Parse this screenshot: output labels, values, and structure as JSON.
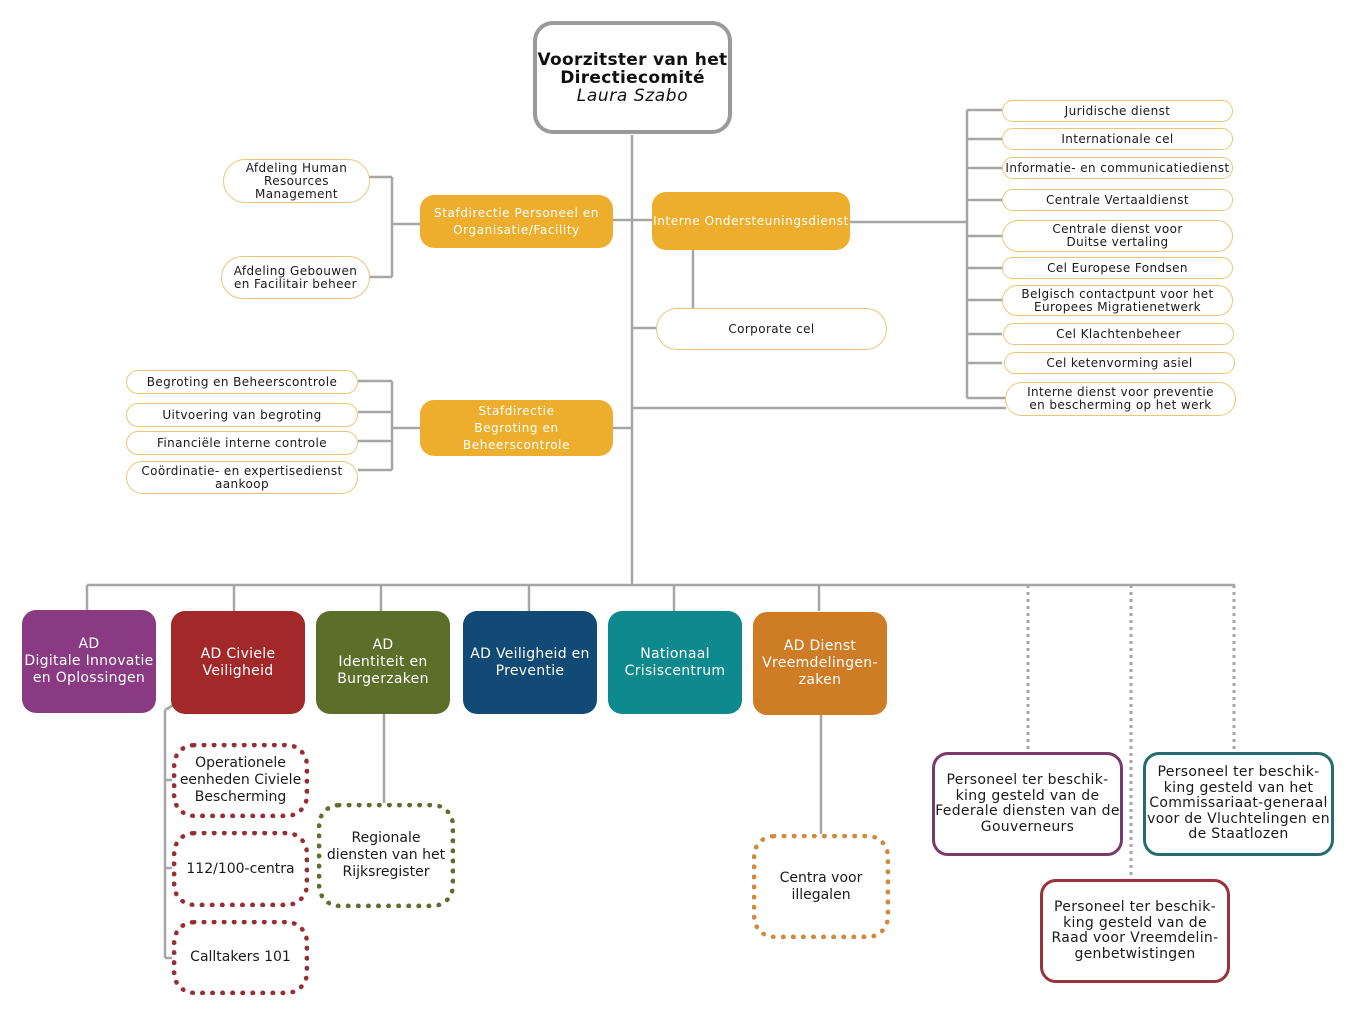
{
  "chairperson": {
    "title": "Voorzitster van het\nDirectiecomité",
    "name": "Laura Szabo"
  },
  "staff_services": {
    "personnel": {
      "label": "Stafdirectie Personeel en\nOrganisatie/Facility",
      "units": [
        "Afdeling Human\nResources\nManagement",
        "Afdeling Gebouwen\nen Facilitair beheer"
      ]
    },
    "internal_support": {
      "label": "Interne Ondersteuningsdienst",
      "units": [
        "Juridische dienst",
        "Internationale cel",
        "Informatie- en communicatiedienst",
        "Centrale Vertaaldienst",
        "Centrale dienst voor\nDuitse vertaling",
        "Cel Europese Fondsen",
        "Belgisch contactpunt voor het\nEuropees Migratienetwerk",
        "Cel Klachtenbeheer",
        "Cel ketenvorming asiel",
        "Interne dienst voor preventie\nen bescherming op het werk"
      ]
    },
    "corporate_cell": "Corporate cel",
    "budget": {
      "label": "Stafdirectie\nBegroting en Beheerscontrole",
      "units": [
        "Begroting en Beheerscontrole",
        "Uitvoering van begroting",
        "Financiële interne controle",
        "Coördinatie- en expertisedienst\naankoop"
      ]
    }
  },
  "directorates": [
    {
      "label": "AD\nDigitale Innovatie\nen Oplossingen",
      "color": "#8a3a82"
    },
    {
      "label": "AD Civiele\nVeiligheid",
      "color": "#a3282a"
    },
    {
      "label": "AD\nIdentiteit en\nBurgerzaken",
      "color": "#5b6e2a"
    },
    {
      "label": "AD Veiligheid en\nPreventie",
      "color": "#114a75"
    },
    {
      "label": "Nationaal\nCrisiscentrum",
      "color": "#0e8a8f"
    },
    {
      "label": "AD Dienst\nVreemdelingen-\nzaken",
      "color": "#cf7c26"
    }
  ],
  "sub_units": {
    "civil_security": [
      "Operationele\neenheden Civiele\nBescherming",
      "112/100-centra",
      "Calltakers 101"
    ],
    "identity": "Regionale\ndiensten van het\nRijksregister",
    "aliens": "Centra voor\nillegalen"
  },
  "seconded_staff": [
    {
      "label": "Personeel ter beschik-\nking gesteld van de\nFederale diensten van de\nGouverneurs",
      "color": "#7a3a6a"
    },
    {
      "label": "Personeel ter beschik-\nking gesteld van de\nRaad voor Vreemdelin-\ngenbetwistingen",
      "color": "#96333c"
    },
    {
      "label": "Personeel ter beschik-\nking gesteld van het\nCommissariaat-generaal\nvoor de Vluchtelingen en\nde Staatlozen",
      "color": "#266b72"
    }
  ],
  "colors": {
    "connector": "#a6a6a6",
    "staff_orange": "#ecae2c",
    "pill_border": "#e8c77a"
  }
}
